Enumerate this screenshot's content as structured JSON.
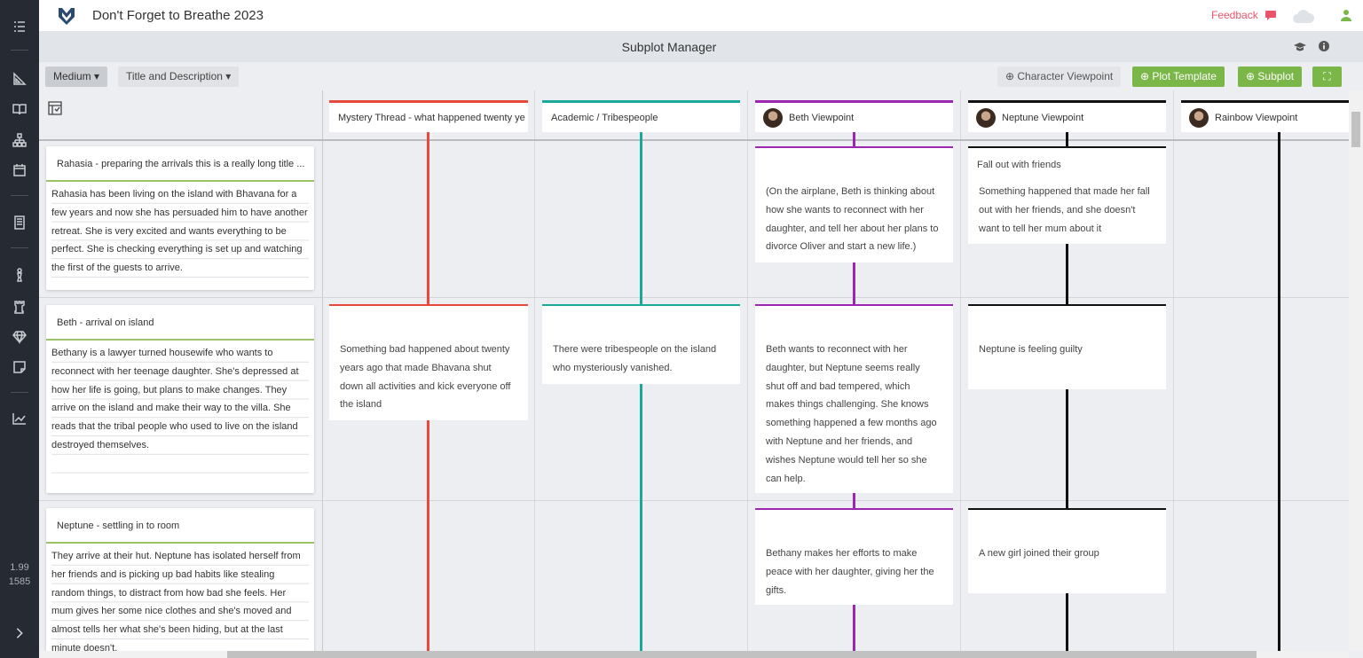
{
  "app": {
    "title": "Don't Forget to Breathe 2023",
    "feedback": "Feedback",
    "stats_line1": "1.99",
    "stats_line2": "1585"
  },
  "page_title": "Subplot Manager",
  "toolbar": {
    "card_size": "Medium ▾",
    "display_mode": "Title and Description ▾",
    "character_viewpoint": "⊕ Character Viewpoint",
    "plot_template": "⊕ Plot Template",
    "subplot": "⊕ Subplot",
    "fullscreen": "⛶"
  },
  "colors": {
    "accent_green": "#7ab648",
    "mystery": "#e8493b",
    "academic": "#1aa89a",
    "beth": "#9b27b0",
    "neptune": "#111111",
    "rainbow": "#111111"
  },
  "columns": [
    {
      "label": "Mystery Thread - what happened twenty ye",
      "avatar": false
    },
    {
      "label": "Academic / Tribespeople",
      "avatar": false
    },
    {
      "label": "Beth Viewpoint",
      "avatar": true
    },
    {
      "label": "Neptune Viewpoint",
      "avatar": true
    },
    {
      "label": "Rainbow Viewpoint",
      "avatar": true
    }
  ],
  "scenes": [
    {
      "title": "Rahasia - preparing the arrivals this is a really long title ...",
      "lines": [
        "Rahasia has been living on the island with Bhavana for a",
        "few years and now she has persuaded him to have another",
        "retreat. She is very excited and wants everything to be",
        "perfect. She is checking everything is set up and watching",
        "the first of the guests to arrive."
      ]
    },
    {
      "title": "Beth - arrival on island",
      "lines": [
        "Bethany is a lawyer turned housewife who wants to",
        "reconnect with her teenage daughter. She's depressed at",
        "how her life is going, but plans to make changes. They",
        "arrive on the island and make their way to the villa. She",
        "reads that the tribal people who used to live on the island",
        "destroyed themselves."
      ]
    },
    {
      "title": "Neptune - settling in to room",
      "lines": [
        "They arrive at their hut. Neptune has isolated herself from",
        "her friends and is picking up bad habits like stealing",
        "random things, to distract from how bad she feels. Her",
        "mum gives her some nice clothes and she's moved and",
        "almost tells her what she's been hiding, but at the last",
        "minute doesn't."
      ]
    }
  ],
  "cards": {
    "beth_1": {
      "lines": [
        "(On the airplane, Beth is thinking about",
        "how she wants to reconnect with her",
        "daughter, and tell her about her plans to",
        "divorce Oliver and start a new life.)"
      ]
    },
    "neptune_1": {
      "title": "Fall out with friends",
      "lines": [
        "Something happened that made her fall",
        "out with her friends, and she doesn't",
        "want to tell her mum about it"
      ]
    },
    "mystery_2": {
      "lines": [
        "Something bad happened about twenty",
        "years ago that made Bhavana shut",
        "down all activities and kick everyone off",
        "the island"
      ]
    },
    "academic_2": {
      "lines": [
        "There were tribespeople on the island",
        "who mysteriously vanished."
      ]
    },
    "beth_2": {
      "lines": [
        "Beth wants to reconnect with her",
        "daughter, but Neptune seems really",
        "shut off and bad tempered, which",
        "makes things challenging. She knows",
        "something happened a few months ago",
        "with Neptune and her friends, and",
        "wishes Neptune would tell her so she",
        "can help."
      ]
    },
    "neptune_2": {
      "lines": [
        "Neptune is feeling guilty"
      ]
    },
    "beth_3": {
      "lines": [
        "Bethany makes her efforts to make",
        "peace with her daughter, giving her the",
        "gifts."
      ]
    },
    "neptune_3": {
      "lines": [
        "A new girl joined their group"
      ]
    }
  }
}
